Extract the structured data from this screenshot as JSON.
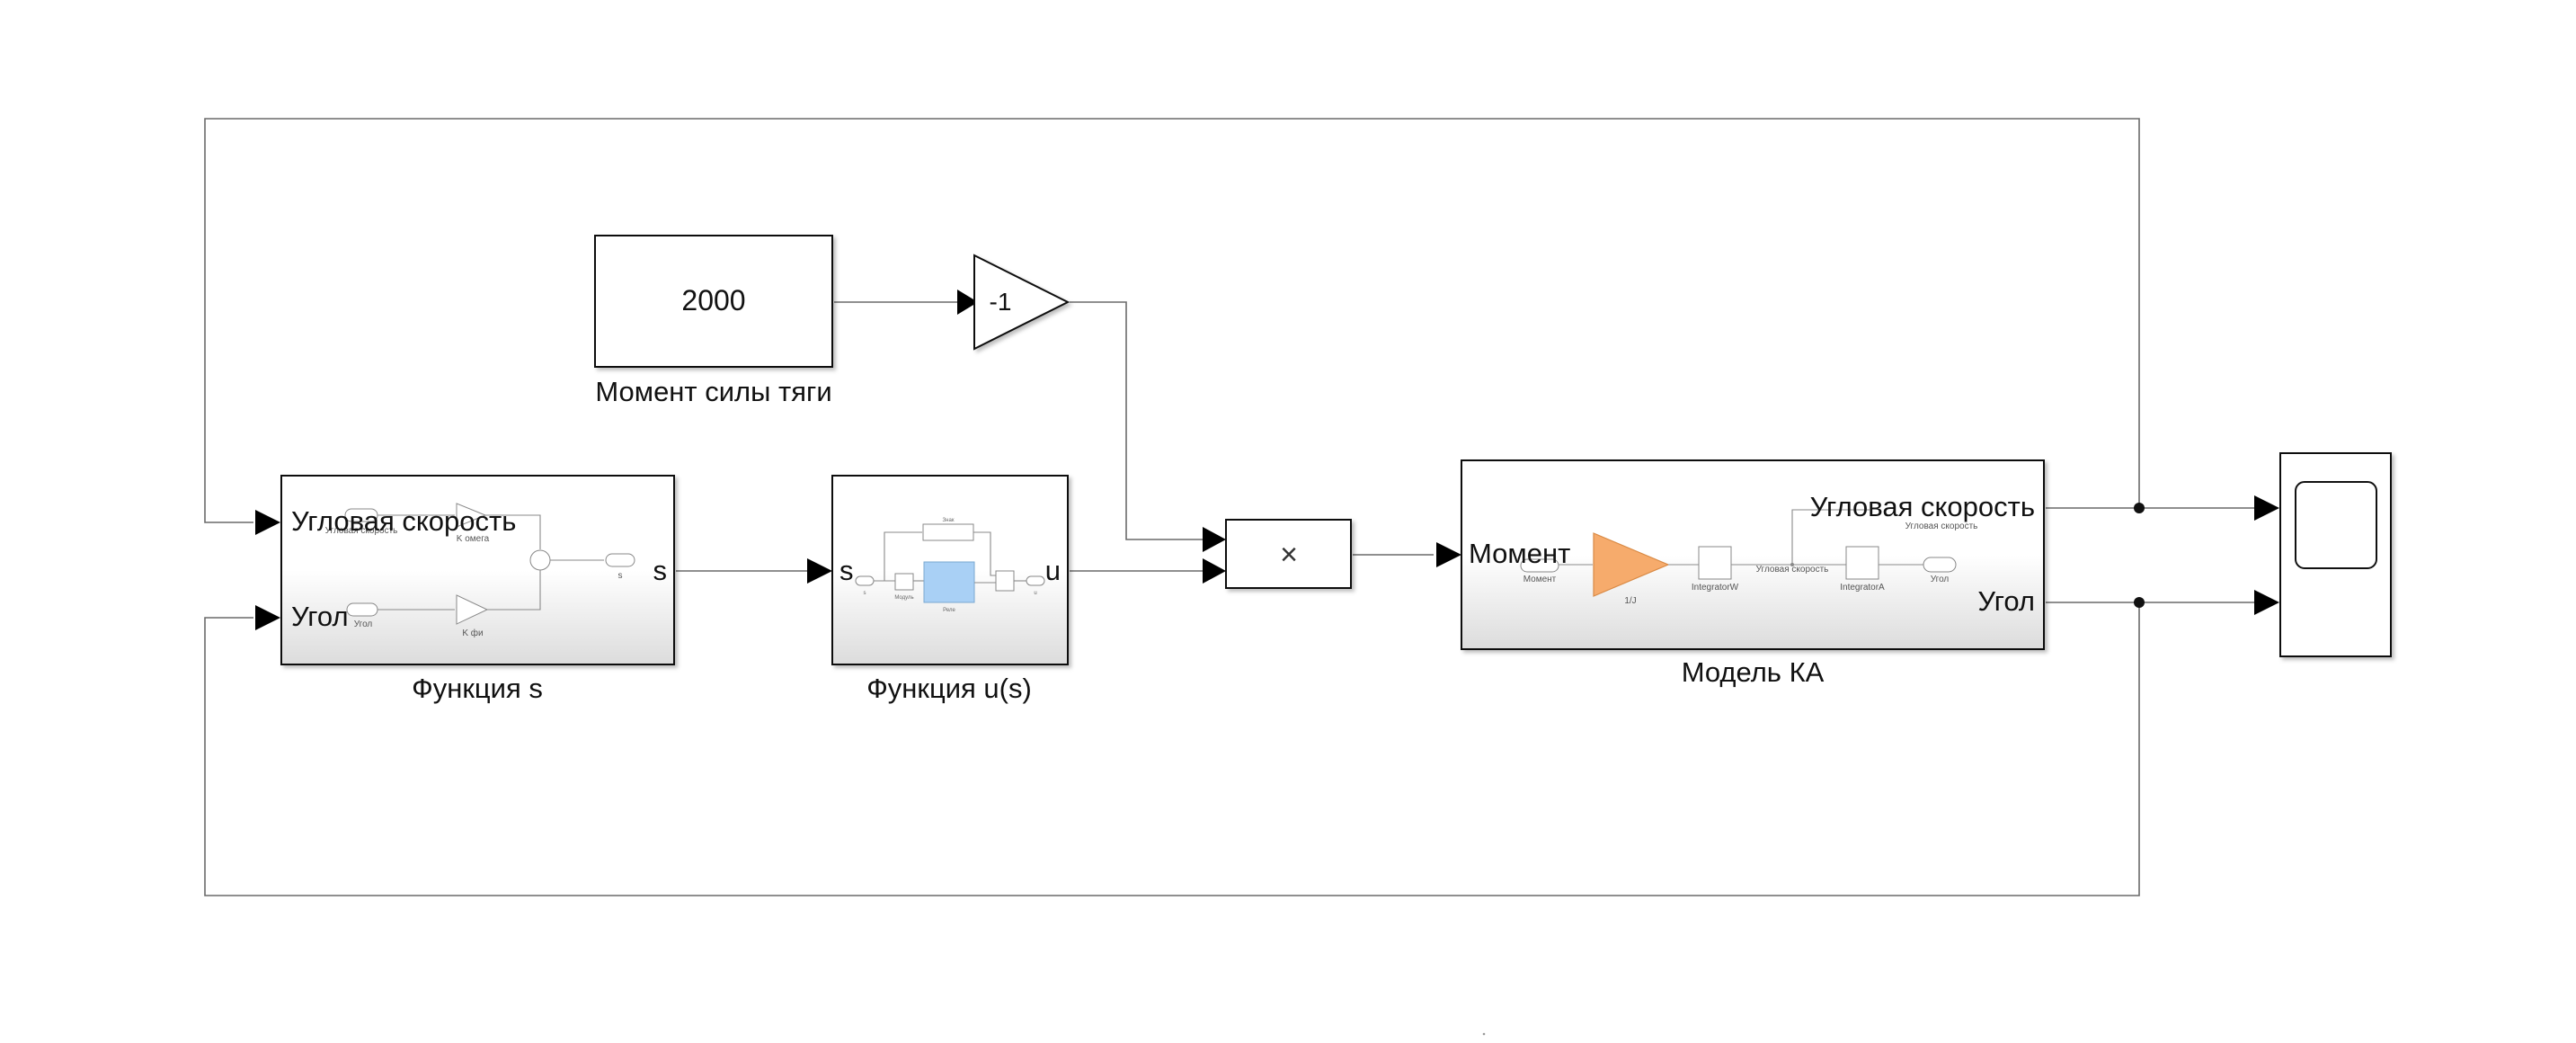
{
  "blocks": {
    "constant": {
      "value": "2000",
      "label": "Момент силы тяги"
    },
    "gain": {
      "value": "-1"
    },
    "product": {
      "symbol": "×"
    },
    "func_s": {
      "label": "Функция s",
      "in1": "Угловая скорость",
      "in2": "Угол",
      "out": "s",
      "inner": {
        "in1_tag": "Угловая скорость",
        "gain1": "K омега",
        "in2_tag": "Угол",
        "gain2": "K фи",
        "out_tag": "s"
      }
    },
    "func_u": {
      "label": "Функция u(s)",
      "in": "s",
      "out": "u",
      "inner": {
        "in_tag": "s",
        "abs": "Модуль",
        "sign": "Знак",
        "relay": "Реле",
        "out_tag": "u"
      }
    },
    "model": {
      "label": "Модель КА",
      "in": "Момент",
      "out1": "Угловая скорость",
      "out2": "Угол",
      "inner": {
        "in_tag": "Момент",
        "gain": "1/J",
        "int1": "IntegratorW",
        "mid_tag": "Угловая скорость",
        "int2": "IntegratorA",
        "out_tag1": "Угловая скорость",
        "out_tag2": "Угол"
      }
    },
    "scope": {}
  },
  "colors": {
    "gain_fill": "#f6ab6c",
    "relay_fill": "#a9d0f5",
    "line": "#6a6a6a"
  }
}
